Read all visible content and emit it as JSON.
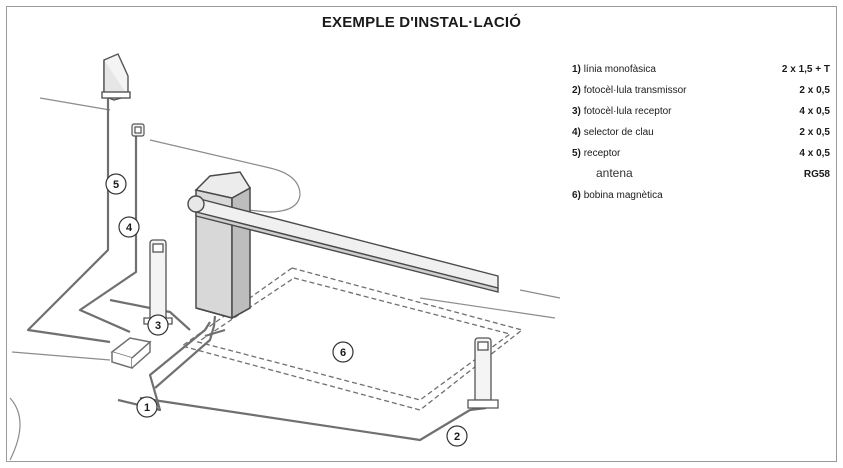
{
  "title": "EXEMPLE D'INSTAL·LACIÓ",
  "callouts": [
    "1",
    "2",
    "3",
    "4",
    "5",
    "6"
  ],
  "cables": [
    {
      "num": "1)",
      "desc": "línia monofàsica",
      "spec": "2 x 1,5 + T"
    },
    {
      "num": "2)",
      "desc": "fotocèl·lula transmissor",
      "spec": "2 x 0,5"
    },
    {
      "num": "3)",
      "desc": "fotocèl·lula receptor",
      "spec": "4 x 0,5"
    },
    {
      "num": "4)",
      "desc": "selector de clau",
      "spec": "2 x 0,5"
    },
    {
      "num": "5)",
      "desc": "receptor",
      "spec": "4 x 0,5"
    },
    {
      "num": "",
      "desc": "antena",
      "spec": "RG58"
    },
    {
      "num": "6)",
      "desc": "bobina magnètica",
      "spec": ""
    }
  ]
}
